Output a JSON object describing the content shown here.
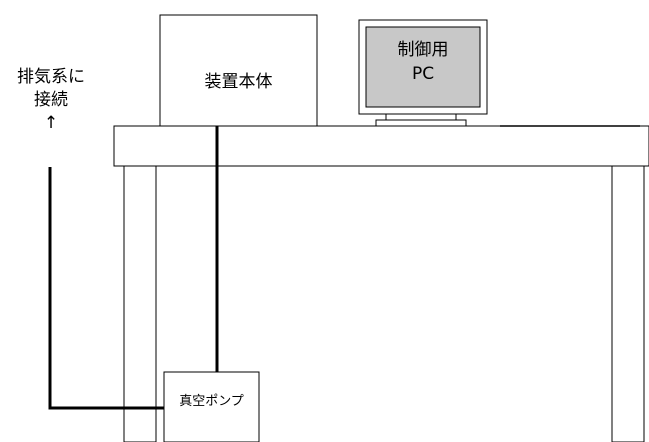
{
  "exhaust": {
    "line1": "排気系に",
    "line2": "接続",
    "arrow": "↑"
  },
  "device": {
    "label": "装置本体"
  },
  "pc": {
    "line1": "制御用",
    "line2": "PC",
    "screen_color": "#c8c8c8"
  },
  "pump": {
    "label": "真空ポンプ"
  }
}
